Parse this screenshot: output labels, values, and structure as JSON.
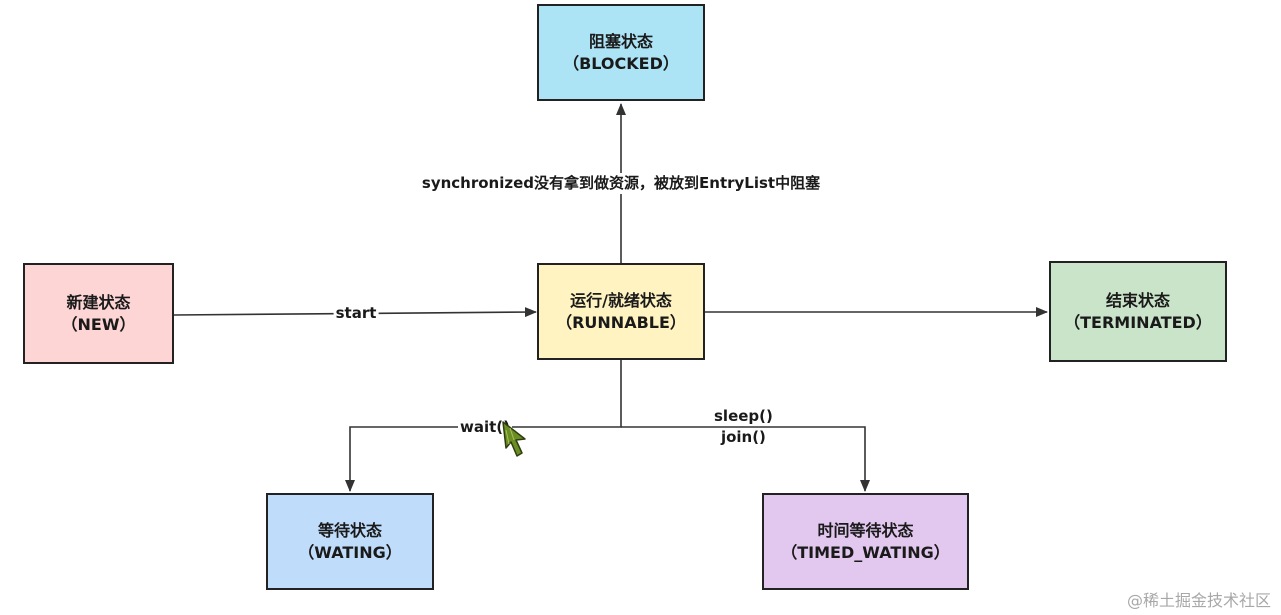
{
  "nodes": {
    "blocked": {
      "title": "阻塞状态",
      "subtitle": "（BLOCKED）",
      "fill": "#ace3f5"
    },
    "new": {
      "title": "新建状态",
      "subtitle": "（NEW）",
      "fill": "#fdd5d5"
    },
    "runnable": {
      "title": "运行/就绪状态",
      "subtitle": "（RUNNABLE）",
      "fill": "#fff3c2"
    },
    "terminated": {
      "title": "结束状态",
      "subtitle": "（TERMINATED）",
      "fill": "#c9e4c9"
    },
    "waiting": {
      "title": "等待状态",
      "subtitle": "（WATING）",
      "fill": "#c0dcfb"
    },
    "timed": {
      "title": "时间等待状态",
      "subtitle": "（TIMED_WATING）",
      "fill": "#e2c8ef"
    }
  },
  "edges": {
    "blocked_label": "synchronized没有拿到做资源，被放到EntryList中阻塞",
    "start_label": "start",
    "wait_label": "wait()",
    "sleep_label": "sleep()",
    "join_label": "join()"
  },
  "watermark": "@稀土掘金技术社区",
  "colors": {
    "line": "#333333",
    "cursor": "#6b8e23"
  }
}
